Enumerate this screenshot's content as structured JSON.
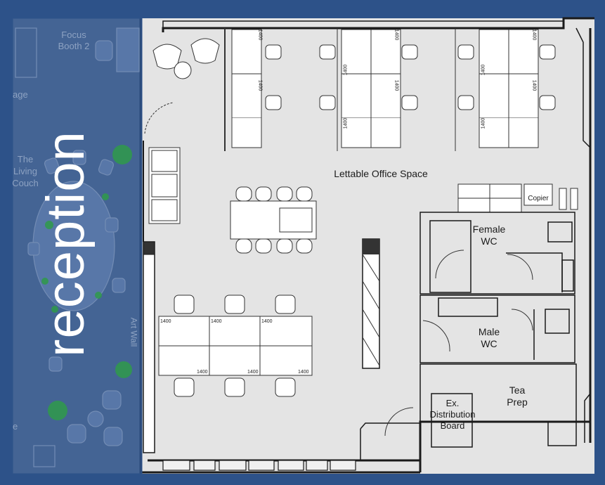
{
  "plan": {
    "title": "reception",
    "rooms": {
      "lettable_office": "Lettable Office Space",
      "female_wc": "Female\nWC",
      "male_wc": "Male\nWC",
      "tea_prep": "Tea\nPrep",
      "distribution_board": "Ex.\nDistribution\nBoard",
      "copier": "Copier"
    },
    "reception_labels": {
      "focus_booth": "Focus\nBooth 2",
      "storage": "age",
      "living_couch": "The\nLiving\nCouch",
      "art_wall": "Art Wall",
      "partial": "e"
    },
    "desk_dimension": "1400"
  },
  "colors": {
    "background": "#2d5289",
    "floor": "#e4e4e4",
    "wall": "#1a1a1a",
    "reception_overlay": "#2d5289",
    "plant": "#2f9a4a"
  }
}
